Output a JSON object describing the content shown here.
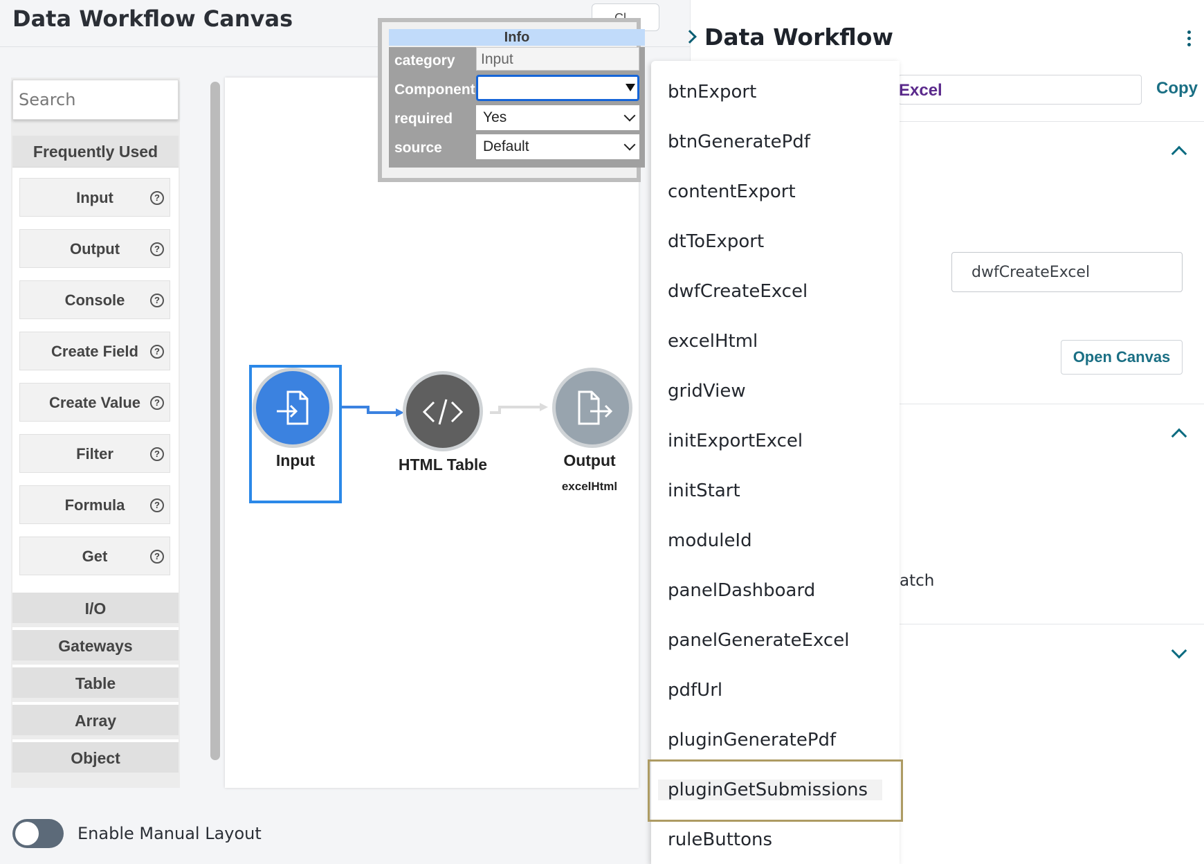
{
  "page_title": "Data Workflow Canvas",
  "close_label": "Cl...",
  "search_placeholder": "Search",
  "frequently_used_label": "Frequently Used",
  "items": [
    "Input",
    "Output",
    "Console",
    "Create Field",
    "Create Value",
    "Filter",
    "Formula",
    "Get"
  ],
  "help_icon": "?",
  "categories": [
    "I/O",
    "Gateways",
    "Table",
    "Array",
    "Object"
  ],
  "nodes": {
    "input": "Input",
    "html_table": "HTML Table",
    "output": "Output",
    "output_sub": "excelHtml"
  },
  "node_colors": {
    "input": "#3b82e0",
    "html_table": "#5f5f5f",
    "output": "#98a4ae"
  },
  "toggle_label": "Enable Manual Layout",
  "info": {
    "title": "Info",
    "rows": [
      {
        "label": "category",
        "value": "Input"
      },
      {
        "label": "Component",
        "value": ""
      },
      {
        "label": "required",
        "value": "Yes"
      },
      {
        "label": "source",
        "value": "Default"
      }
    ]
  },
  "right_panel": {
    "title": "Data Workflow",
    "name_value": "Excel",
    "copy_label": "Copy",
    "workflow_id": "dwfCreateExcel",
    "open_canvas_label": "Open Canvas",
    "partial_text": "atch"
  },
  "dropdown_options": [
    "btnExport",
    "btnGeneratePdf",
    "contentExport",
    "dtToExport",
    "dwfCreateExcel",
    "excelHtml",
    "gridView",
    "initExportExcel",
    "initStart",
    "moduleId",
    "panelDashboard",
    "panelGenerateExcel",
    "pdfUrl",
    "pluginGeneratePdf",
    "pluginGetSubmissions",
    "ruleButtons"
  ],
  "highlighted_option": "pluginGetSubmissions",
  "accent_color": "#1a6f84"
}
